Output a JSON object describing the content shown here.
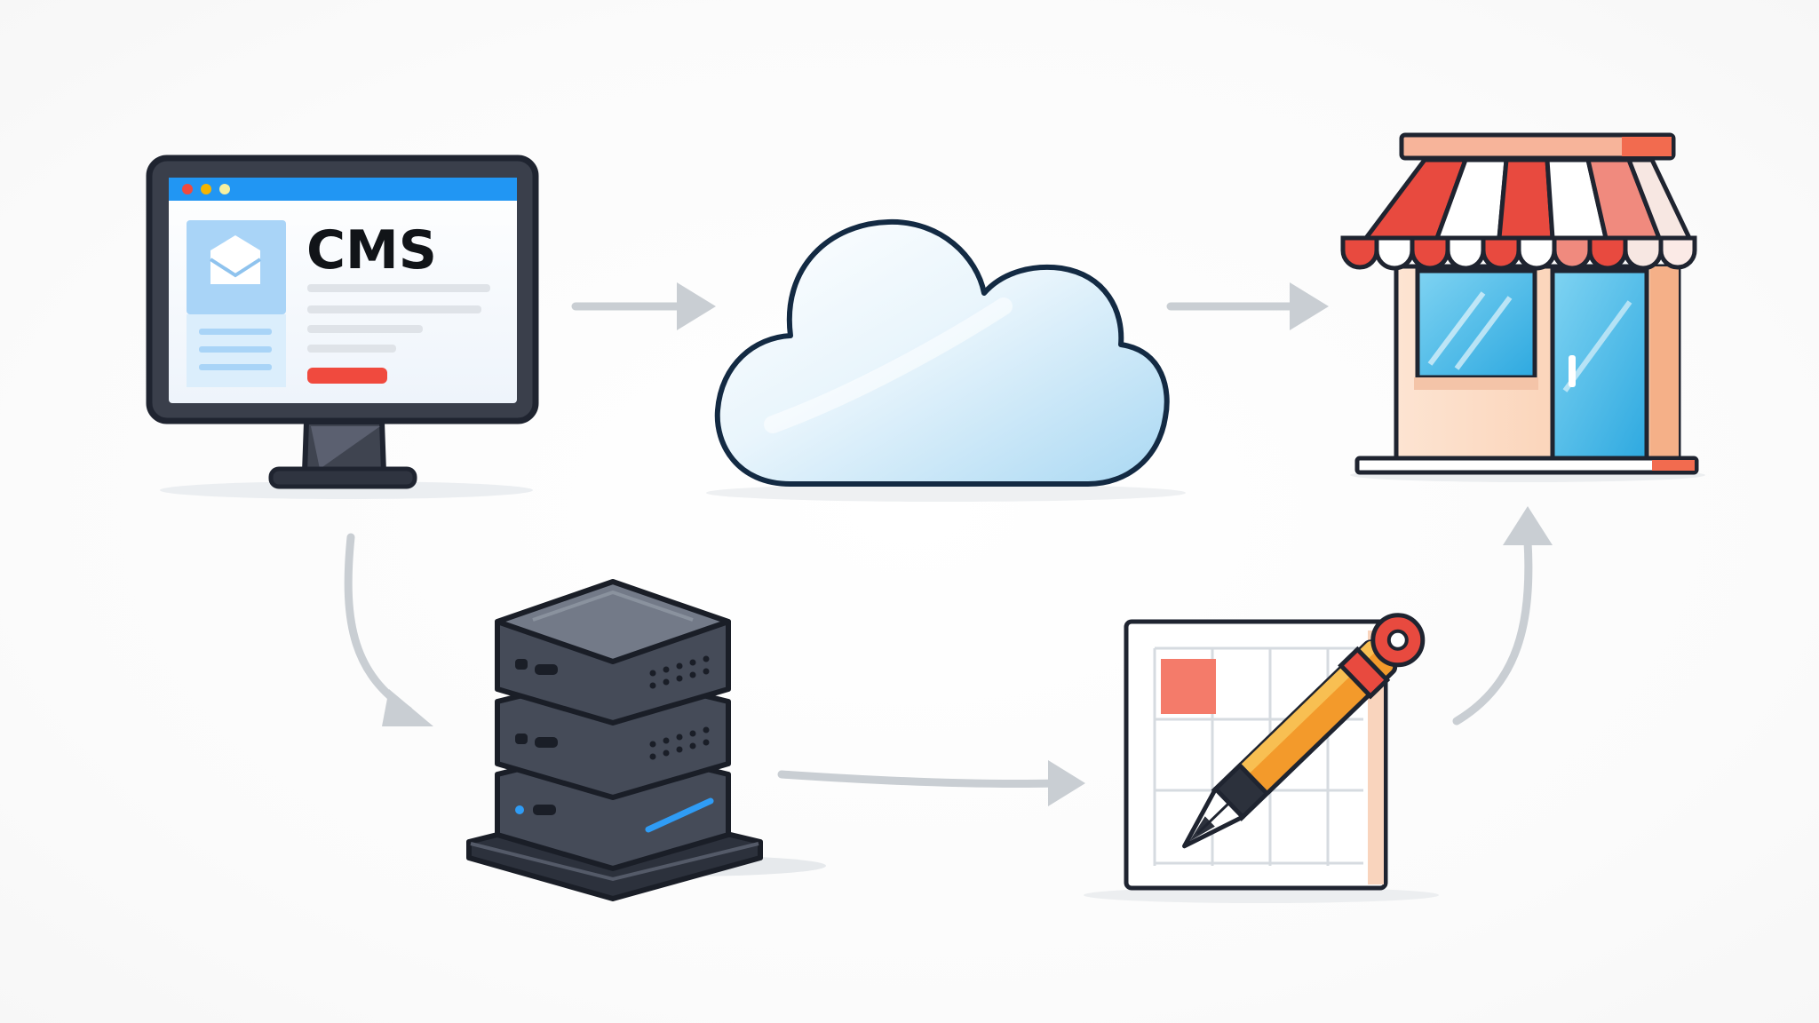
{
  "diagram": {
    "monitor": {
      "label": "CMS",
      "icon": "monitor-icon",
      "titlebar_color": "#2196f3",
      "cta_color": "#f04a3e"
    },
    "cloud": {
      "icon": "cloud-icon",
      "color": "#bfe3f7"
    },
    "storefront": {
      "icon": "storefront-icon",
      "awning_red": "#e84a3f",
      "glass_blue": "#3bb6e6"
    },
    "server": {
      "icon": "server-stack-icon",
      "color": "#4b5160",
      "led_color": "#2f9cf5"
    },
    "editor": {
      "icon": "pen-edit-icon",
      "pen_color": "#f39a2b",
      "accent": "#f47b6a"
    },
    "arrows": [
      {
        "name": "monitor-to-cloud",
        "from": "monitor",
        "to": "cloud"
      },
      {
        "name": "cloud-to-storefront",
        "from": "cloud",
        "to": "storefront"
      },
      {
        "name": "monitor-to-server",
        "from": "monitor",
        "to": "server"
      },
      {
        "name": "server-to-editor",
        "from": "server",
        "to": "editor"
      },
      {
        "name": "editor-to-storefront",
        "from": "editor",
        "to": "storefront"
      }
    ],
    "arrow_color": "#c9ced3"
  }
}
